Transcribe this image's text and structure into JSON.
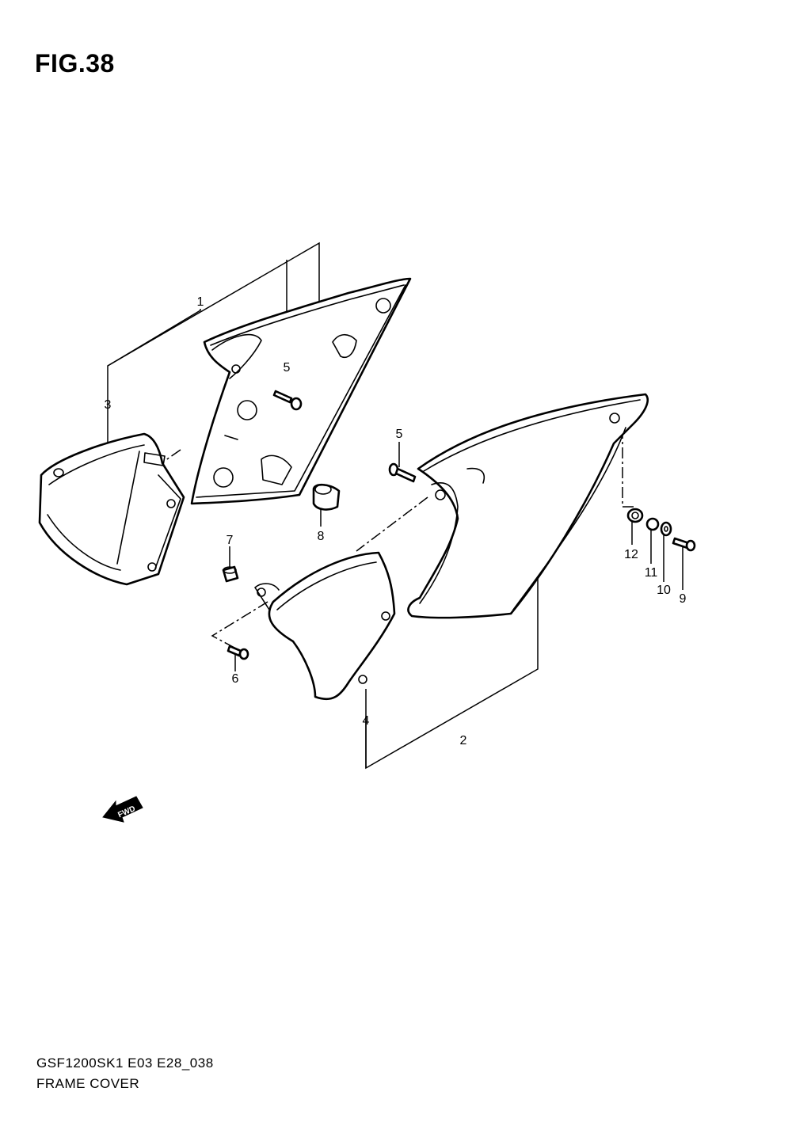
{
  "figure": {
    "title": "FIG.38",
    "code": "GSF1200SK1 E03 E28_038",
    "name": "FRAME COVER"
  },
  "callouts": {
    "p1": "1",
    "p2": "2",
    "p3": "3",
    "p4": "4",
    "p5a": "5",
    "p5b": "5",
    "p6": "6",
    "p7": "7",
    "p8": "8",
    "p9": "9",
    "p10": "10",
    "p11": "11",
    "p12": "12"
  },
  "direction_marker": {
    "label": "FWD",
    "icon": "forward-arrow-icon"
  }
}
